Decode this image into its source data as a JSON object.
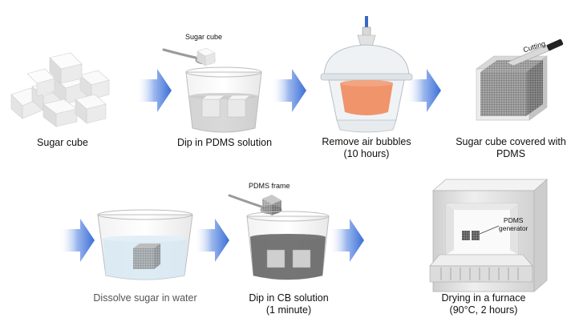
{
  "steps": [
    {
      "id": "sugar",
      "caption": "Sugar cube"
    },
    {
      "id": "pdms-dip",
      "caption": "Dip in PDMS solution",
      "label": "Sugar cube"
    },
    {
      "id": "remove-bubbles",
      "caption_line1": "Remove air bubbles",
      "caption_line2": "(10 hours)"
    },
    {
      "id": "covered",
      "caption_line1": "Sugar cube covered with",
      "caption_line2": "PDMS",
      "label": "Cutting"
    },
    {
      "id": "dissolve",
      "caption": "Dissolve sugar in water"
    },
    {
      "id": "cb-dip",
      "caption_line1": "Dip in CB solution",
      "caption_line2": "(1 minute)",
      "label": "PDMS frame"
    },
    {
      "id": "drying",
      "caption_line1": "Drying in a furnace",
      "caption_line2": "(90°C, 2 hours)",
      "label_line1": "PDMS",
      "label_line2": "generator"
    }
  ],
  "colors": {
    "arrow": "#3a6fd6",
    "pdms_liquid": "#b9b9b9",
    "cb_liquid": "#5d5d5d",
    "desiccator_fluid": "#f08a5d",
    "water": "#d6e8f2",
    "furnace": "#e6e6e6"
  }
}
